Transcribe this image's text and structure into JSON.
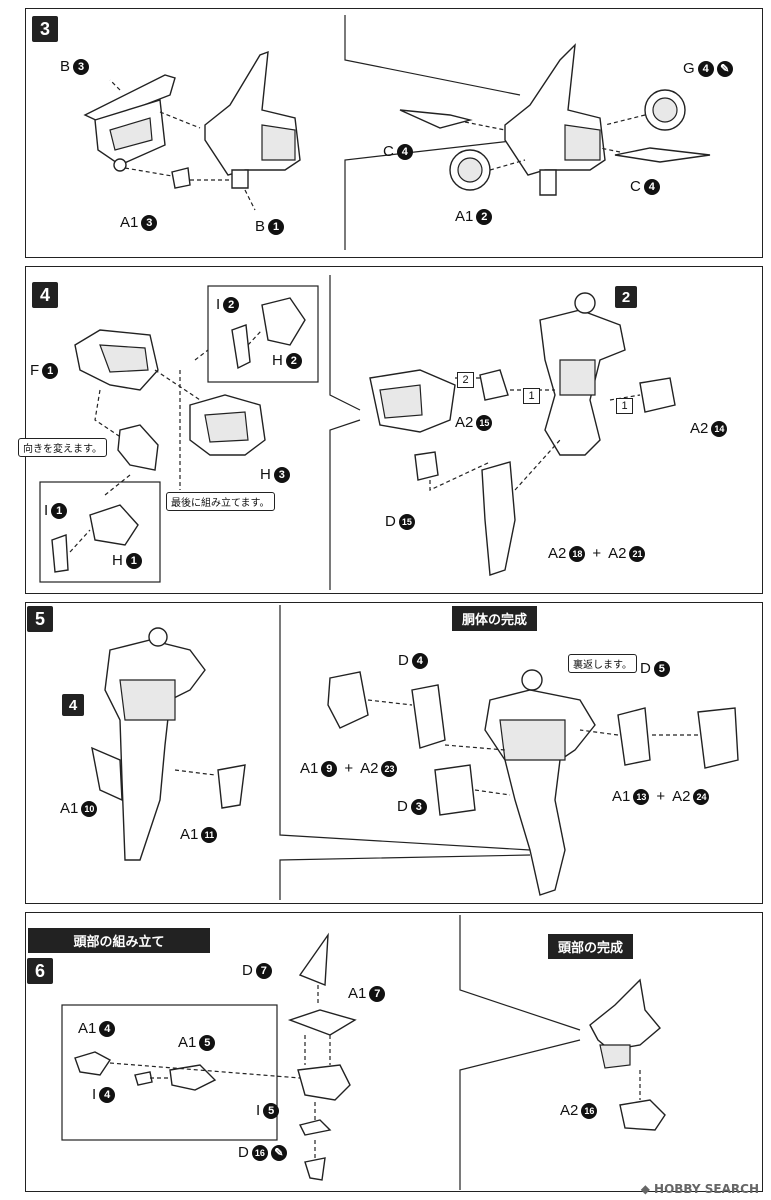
{
  "steps": {
    "s3": {
      "number": "3"
    },
    "s4": {
      "number": "4"
    },
    "s5": {
      "number": "5"
    },
    "s6": {
      "number": "6"
    }
  },
  "step3": {
    "labels": {
      "b3": {
        "letter": "B",
        "num": "3"
      },
      "a1_3": {
        "letter": "A1",
        "num": "3"
      },
      "b1": {
        "letter": "B",
        "num": "1"
      },
      "g4": {
        "letter": "G",
        "num": "4"
      },
      "c4_left": {
        "letter": "C",
        "num": "4"
      },
      "c4_right": {
        "letter": "C",
        "num": "4"
      },
      "a1_2": {
        "letter": "A1",
        "num": "2"
      }
    }
  },
  "step4": {
    "labels": {
      "f1": {
        "letter": "F",
        "num": "1"
      },
      "i2": {
        "letter": "I",
        "num": "2"
      },
      "h2": {
        "letter": "H",
        "num": "2"
      },
      "h3": {
        "letter": "H",
        "num": "3"
      },
      "i1": {
        "letter": "I",
        "num": "1"
      },
      "h1": {
        "letter": "H",
        "num": "1"
      },
      "d15": {
        "letter": "D",
        "num": "15"
      },
      "a2_15": {
        "letter": "A2",
        "num": "15"
      },
      "a2_14": {
        "letter": "A2",
        "num": "14"
      },
      "a2_18": {
        "letter": "A2",
        "num": "18"
      },
      "a2_21": {
        "letter": "A2",
        "num": "21"
      },
      "ref2": "2",
      "box2": "2",
      "box1a": "1",
      "box1b": "1"
    },
    "notes": {
      "turn": "向きを変えます。",
      "last": "最後に組み立てます。"
    }
  },
  "step5": {
    "title": "胴体の完成",
    "ref4": "4",
    "note_flip": "裏返します。",
    "labels": {
      "a1_10": {
        "letter": "A1",
        "num": "10"
      },
      "a1_11": {
        "letter": "A1",
        "num": "11"
      },
      "d4": {
        "letter": "D",
        "num": "4"
      },
      "d5": {
        "letter": "D",
        "num": "5"
      },
      "d3": {
        "letter": "D",
        "num": "3"
      },
      "a1_9": {
        "letter": "A1",
        "num": "9"
      },
      "a2_23": {
        "letter": "A2",
        "num": "23"
      },
      "a1_13": {
        "letter": "A1",
        "num": "13"
      },
      "a2_24": {
        "letter": "A2",
        "num": "24"
      }
    }
  },
  "step6": {
    "title": "頭部の組み立て",
    "title_done": "頭部の完成",
    "labels": {
      "d7": {
        "letter": "D",
        "num": "7"
      },
      "a1_7": {
        "letter": "A1",
        "num": "7"
      },
      "a1_4": {
        "letter": "A1",
        "num": "4"
      },
      "a1_5": {
        "letter": "A1",
        "num": "5"
      },
      "i4": {
        "letter": "I",
        "num": "4"
      },
      "i5": {
        "letter": "I",
        "num": "5"
      },
      "d16": {
        "letter": "D",
        "num": "16"
      },
      "a2_16": {
        "letter": "A2",
        "num": "16"
      }
    }
  },
  "plus": "+",
  "watermark": "HOBBY SEARCH"
}
